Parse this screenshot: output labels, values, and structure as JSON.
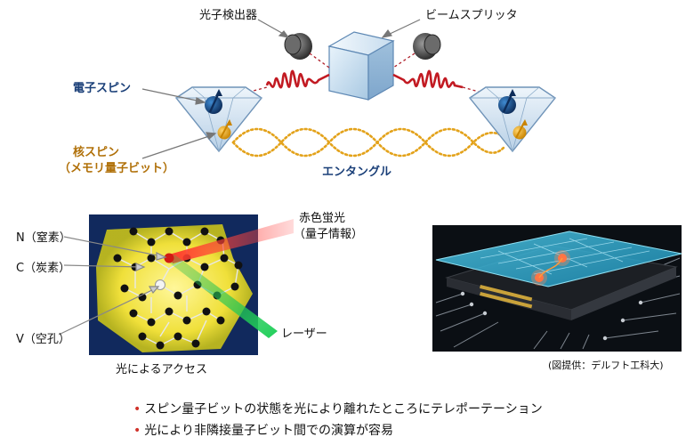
{
  "top": {
    "photon_detector": "光子検出器",
    "beam_splitter": "ビームスプリッタ",
    "electron_spin": "電子スピン",
    "nuclear_spin_line1": "核スピン",
    "nuclear_spin_line2": "（メモリ量子ビット）",
    "entangle": "エンタングル"
  },
  "bottom_left": {
    "n_label": "N（窒素）",
    "c_label": "C（炭素）",
    "v_label": "V（空孔）",
    "red_fluor_line1": "赤色蛍光",
    "red_fluor_line2": "（量子情報）",
    "laser": "レーザー",
    "caption": "光によるアクセス"
  },
  "bottom_right": {
    "credit": "(図提供：デルフト工科大)"
  },
  "bullets": [
    "スピン量子ビットの状態を光により離れたところにテレポーテーション",
    "光により非隣接量子ビット間での演算が容易"
  ],
  "colors": {
    "electron_spin": "#1a3f78",
    "nuclear_spin": "#e6a21b",
    "red_laser": "#e0201c",
    "green_laser": "#23b04a",
    "chip_glow": "#3ab7d8"
  }
}
